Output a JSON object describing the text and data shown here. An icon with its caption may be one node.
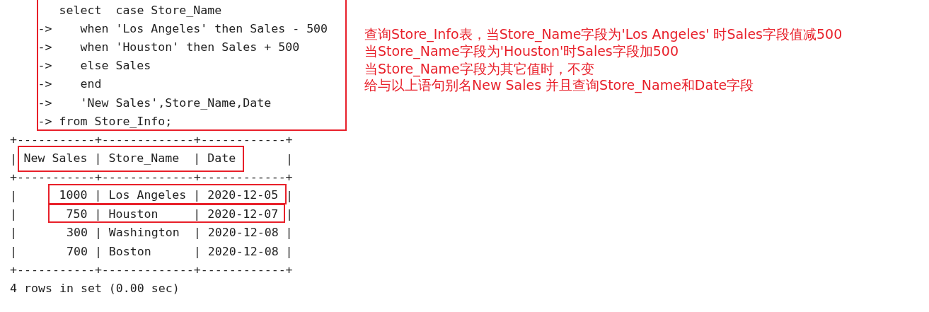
{
  "diagram": {
    "nodes": [
      {
        "text": [
          "select  case Store_Name",
          "->    when 'Los Angeles' then Sales - 500",
          "->    when 'Houston' then Sales + 500",
          "->    else Sales",
          "->    end",
          "->    'New Sales',Store_Name,Date",
          "-> from Store_Info;"
        ]
      },
      {
        "text": [
          "New Sales | Store_Name  | Date"
        ]
      },
      {
        "text": [
          "1000 | Los Angeles | 2020-12-05"
        ]
      },
      {
        "text": [
          "750 | Houston     | 2020-12-07"
        ]
      }
    ],
    "labels": [
      "查询Store_Info表，当Store_Name字段为'Los Angeles' 时Sales字段值减500",
      "当Store_Name字段为'Houston'时Sales字段加500",
      "当Store_Name字段为其它值时，不变",
      "给与以上语句别名New Sales 并且查询Store_Name和Date字段",
      "+-----------+-------------+------------+",
      "|",
      "|",
      "+-----------+-------------+------------+",
      "|",
      "|",
      "|",
      "|",
      "|       300 | Washington  | 2020-12-08 |",
      "|       700 | Boston      | 2020-12-08 |",
      "+-----------+-------------+------------+",
      "4 rows in set (0.00 sec)"
    ]
  }
}
